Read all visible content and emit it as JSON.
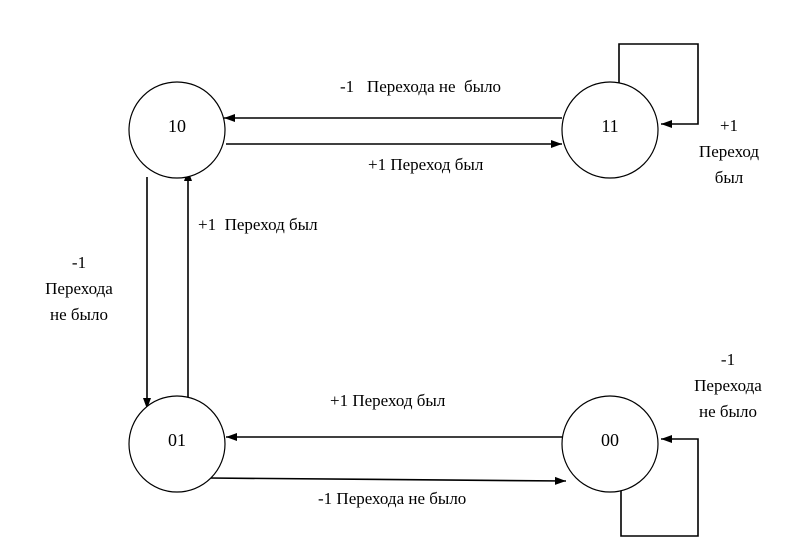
{
  "states": {
    "s10": "10",
    "s11": "11",
    "s01": "01",
    "s00": "00"
  },
  "transitions": {
    "s11_to_s10": "-1   Перехода не  было",
    "s10_to_s11": "+1 Переход был",
    "s11_self": [
      "+1",
      "Переход",
      "был"
    ],
    "s10_to_s01": [
      "-1",
      "Перехода",
      "не было"
    ],
    "s01_to_s10": "+1  Переход был",
    "s00_to_s01": "+1 Переход был",
    "s01_to_s00": "-1 Перехода не было",
    "s00_self": [
      "-1",
      "Перехода",
      "не было"
    ]
  }
}
